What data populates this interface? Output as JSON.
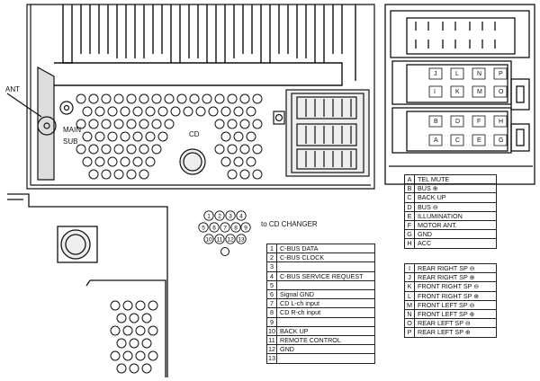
{
  "labels": {
    "ant": "ANT",
    "main": "MAIN",
    "sub": "SUB",
    "cd": "CD",
    "to_cd_changer": "to CD CHANGER"
  },
  "din_pins": [
    "1",
    "2",
    "3",
    "4",
    "5",
    "6",
    "7",
    "8",
    "9",
    "10",
    "11",
    "12",
    "13"
  ],
  "iso_upper_letters": [
    "J",
    "L",
    "N",
    "P",
    "I",
    "K",
    "M",
    "O"
  ],
  "iso_lower_letters": [
    "B",
    "D",
    "F",
    "H",
    "A",
    "C",
    "E",
    "G"
  ],
  "table_power": [
    {
      "k": "A",
      "v": "TEL MUTE"
    },
    {
      "k": "B",
      "v": "BUS ⊕"
    },
    {
      "k": "C",
      "v": "BACK UP"
    },
    {
      "k": "D",
      "v": "BUS ⊖"
    },
    {
      "k": "E",
      "v": "ILLUMINATION"
    },
    {
      "k": "F",
      "v": "MOTOR ANT."
    },
    {
      "k": "G",
      "v": "GND"
    },
    {
      "k": "H",
      "v": "ACC"
    }
  ],
  "table_speakers": [
    {
      "k": "I",
      "v": "REAR RIGHT SP ⊖"
    },
    {
      "k": "J",
      "v": "REAR RIGHT SP ⊕"
    },
    {
      "k": "K",
      "v": "FRONT RIGHT SP ⊖"
    },
    {
      "k": "L",
      "v": "FRONT RIGHT SP ⊕"
    },
    {
      "k": "M",
      "v": "FRONT LEFT SP ⊖"
    },
    {
      "k": "N",
      "v": "FRONT LEFT SP ⊕"
    },
    {
      "k": "O",
      "v": "REAR LEFT SP ⊖"
    },
    {
      "k": "P",
      "v": "REAR LEFT SP ⊕"
    }
  ],
  "table_cd": [
    {
      "k": "1",
      "v": "C-BUS DATA"
    },
    {
      "k": "2",
      "v": "C-BUS CLOCK"
    },
    {
      "k": "3",
      "v": ""
    },
    {
      "k": "4",
      "v": "C-BUS SERVICE REQUEST"
    },
    {
      "k": "5",
      "v": ""
    },
    {
      "k": "6",
      "v": "Signal GND"
    },
    {
      "k": "7",
      "v": "CD L-ch input"
    },
    {
      "k": "8",
      "v": "CD R-ch input"
    },
    {
      "k": "9",
      "v": ""
    },
    {
      "k": "10",
      "v": "BACK UP"
    },
    {
      "k": "11",
      "v": "REMOTE CONTROL"
    },
    {
      "k": "12",
      "v": "GND"
    },
    {
      "k": "13",
      "v": ""
    }
  ]
}
